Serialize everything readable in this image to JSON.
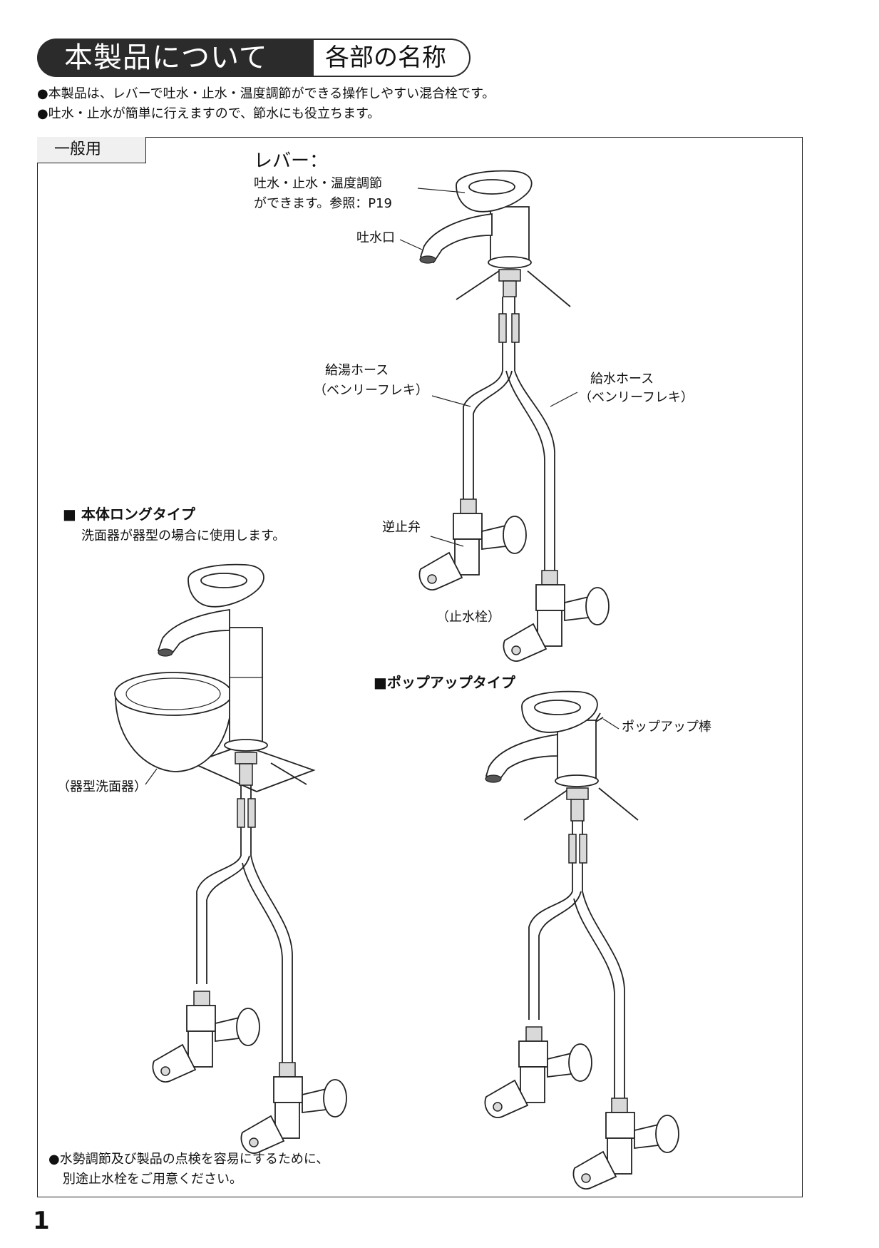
{
  "header": {
    "title": "本製品について",
    "subtitle": "各部の名称"
  },
  "intro": [
    "●本製品は、レバーで吐水・止水・温度調節ができる操作しやすい混合栓です。",
    "●吐水・止水が簡単に行えますので、節水にも役立ちます。"
  ],
  "panel": {
    "tag": "一般用",
    "labels": {
      "lever_title": "レバー：",
      "lever_desc1": "吐水・止水・温度調節",
      "lever_desc2": "ができます。参照：P19",
      "spout": "吐水口",
      "hot_hose1": "給湯ホース",
      "hot_hose2": "（ベンリーフレキ）",
      "cold_hose1": "給水ホース",
      "cold_hose2": "（ベンリーフレキ）",
      "check_valve": "逆止弁",
      "stop_valve": "（止水栓）",
      "vessel_basin": "（器型洗面器）",
      "popup_rod": "ポップアップ棒"
    },
    "long_type": {
      "title": "■ 本体ロングタイプ",
      "desc": "洗面器が器型の場合に使用します。"
    },
    "popup_type": {
      "title": "■ポップアップタイプ"
    },
    "note": [
      "●水勢調節及び製品の点検を容易にするために、",
      "別途止水栓をご用意ください。"
    ]
  },
  "page_number": "1"
}
